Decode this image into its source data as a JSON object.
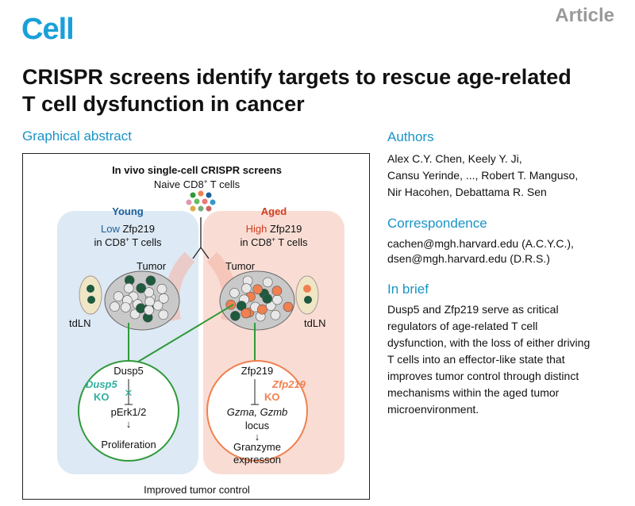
{
  "header": {
    "journal": "Cell",
    "article_type": "Article"
  },
  "title": "CRISPR screens identify targets to rescue age-related T cell dysfunction in cancer",
  "graphical_abstract": {
    "heading": "Graphical abstract",
    "screen_title": "In vivo single-cell CRISPR screens",
    "naive_prefix": "Naive CD8",
    "naive_sup": "+",
    "naive_suffix": " T cells",
    "young": {
      "label": "Young",
      "level": "Low",
      "gene": " Zfp219",
      "cells_prefix": "in CD8",
      "cells_sup": "+",
      "cells_suffix": " T cells",
      "tumor": "Tumor",
      "ln": "tdLN",
      "g1": "Dusp5",
      "ko_gene": "Dusp5",
      "ko": "KO",
      "g2": "pErk1/2",
      "arrow": "↓",
      "outcome": "Proliferation"
    },
    "aged": {
      "label": "Aged",
      "level": "High",
      "gene": " Zfp219",
      "cells_prefix": "in CD8",
      "cells_sup": "+",
      "cells_suffix": " T cells",
      "tumor": "Tumor",
      "ln": "tdLN",
      "g1": "Zfp219",
      "ko_gene": "Zfp219",
      "ko": "KO",
      "g2": "Gzma, Gzmb",
      "g3": "locus",
      "arrow": "↓",
      "outcome1": "Granzyme",
      "outcome2": "expresson"
    },
    "footer": "Improved tumor control"
  },
  "authors": {
    "heading": "Authors",
    "lines": [
      "Alex C.Y. Chen, Keely Y. Ji,",
      "Cansu Yerinde, ..., Robert T. Manguso,",
      "Nir Hacohen, Debattama R. Sen"
    ]
  },
  "correspondence": {
    "heading": "Correspondence",
    "lines": [
      "cachen@mgh.harvard.edu (A.C.Y.C.),",
      "dsen@mgh.harvard.edu (D.R.S.)"
    ]
  },
  "in_brief": {
    "heading": "In brief",
    "lines": [
      "Dusp5 and Zfp219 serve as critical",
      "regulators of age-related T cell",
      "dysfunction, with the loss of either driving",
      "T cells into an effector-like state that",
      "improves tumor control through distinct",
      "mechanisms within the aged tumor",
      "microenvironment."
    ]
  },
  "colors": {
    "brand": "#1aa0d8",
    "young": "#1c5f99",
    "aged": "#d23c1f",
    "young_bg": "#dde9f4",
    "aged_bg": "#f9ddd4",
    "green": "#2f9a3a",
    "teal": "#2fb0a0",
    "orange": "#f08050"
  }
}
